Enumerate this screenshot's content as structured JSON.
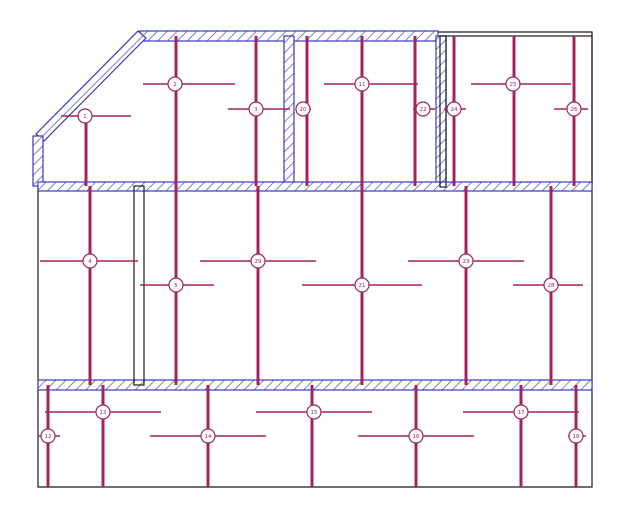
{
  "drawing": {
    "colors": {
      "background": "#ffffff",
      "outline": "#1a1a1a",
      "hatch_border": "#3a3ab8",
      "hatch_line": "#4a4ac8",
      "member": "#a0245e",
      "marker_fill": "#ffffff"
    },
    "markers": [
      {
        "label": "1"
      },
      {
        "label": "2"
      },
      {
        "label": "3"
      },
      {
        "label": "20"
      },
      {
        "label": "11"
      },
      {
        "label": "22"
      },
      {
        "label": "24"
      },
      {
        "label": "25"
      },
      {
        "label": "26"
      },
      {
        "label": "4"
      },
      {
        "label": "5"
      },
      {
        "label": "29"
      },
      {
        "label": "21"
      },
      {
        "label": "23"
      },
      {
        "label": "28"
      },
      {
        "label": "12"
      },
      {
        "label": "13"
      },
      {
        "label": "14"
      },
      {
        "label": "15"
      },
      {
        "label": "16"
      },
      {
        "label": "17"
      },
      {
        "label": "18"
      }
    ]
  }
}
